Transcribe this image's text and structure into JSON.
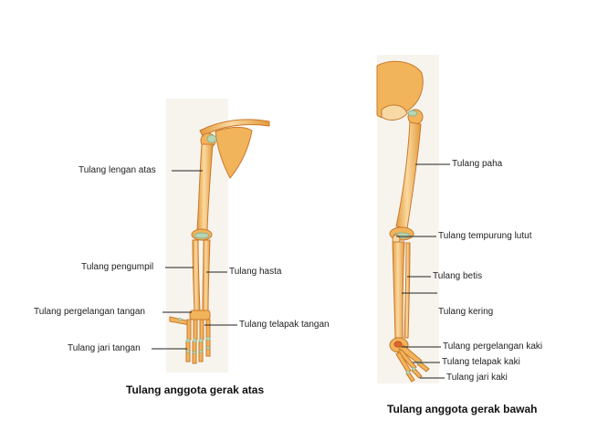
{
  "upper_limb": {
    "caption": "Tulang anggota gerak atas",
    "labels": {
      "humerus": "Tulang lengan atas",
      "radius": "Tulang pengumpil",
      "ulna": "Tulang hasta",
      "carpals": "Tulang pergelangan tangan",
      "metacarpals": "Tulang telapak tangan",
      "phalanges": "Tulang jari tangan"
    }
  },
  "lower_limb": {
    "caption": "Tulang anggota gerak bawah",
    "labels": {
      "femur": "Tulang paha",
      "patella": "Tulang tempurung lutut",
      "tibia": "Tulang betis",
      "fibula": "Tulang kering",
      "tarsals": "Tulang pergelangan kaki",
      "metatarsals": "Tulang telapak kaki",
      "phalanges": "Tulang jari kaki"
    }
  },
  "colors": {
    "bone_fill": "#f2b45a",
    "bone_highlight": "#fad9a0",
    "bone_stroke": "#c9782c",
    "cartilage": "#b8d6b4",
    "leader_line": "#222222"
  }
}
